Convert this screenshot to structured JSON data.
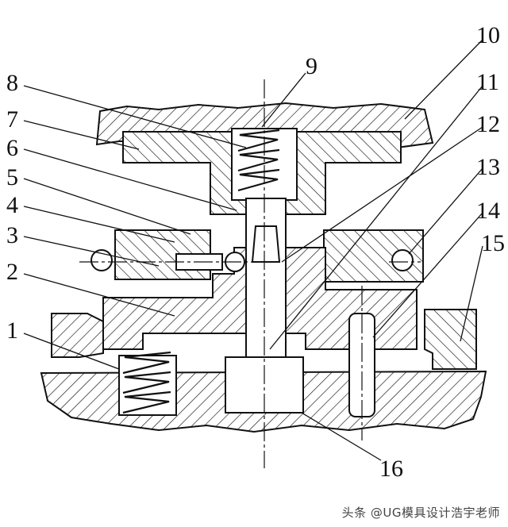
{
  "labels": [
    "1",
    "2",
    "3",
    "4",
    "5",
    "6",
    "7",
    "8",
    "9",
    "10",
    "11",
    "12",
    "13",
    "14",
    "15",
    "16"
  ],
  "credit": "头条 @UG模具设计浩宇老师",
  "colors": {
    "ink": "#111111",
    "paper": "#ffffff"
  }
}
